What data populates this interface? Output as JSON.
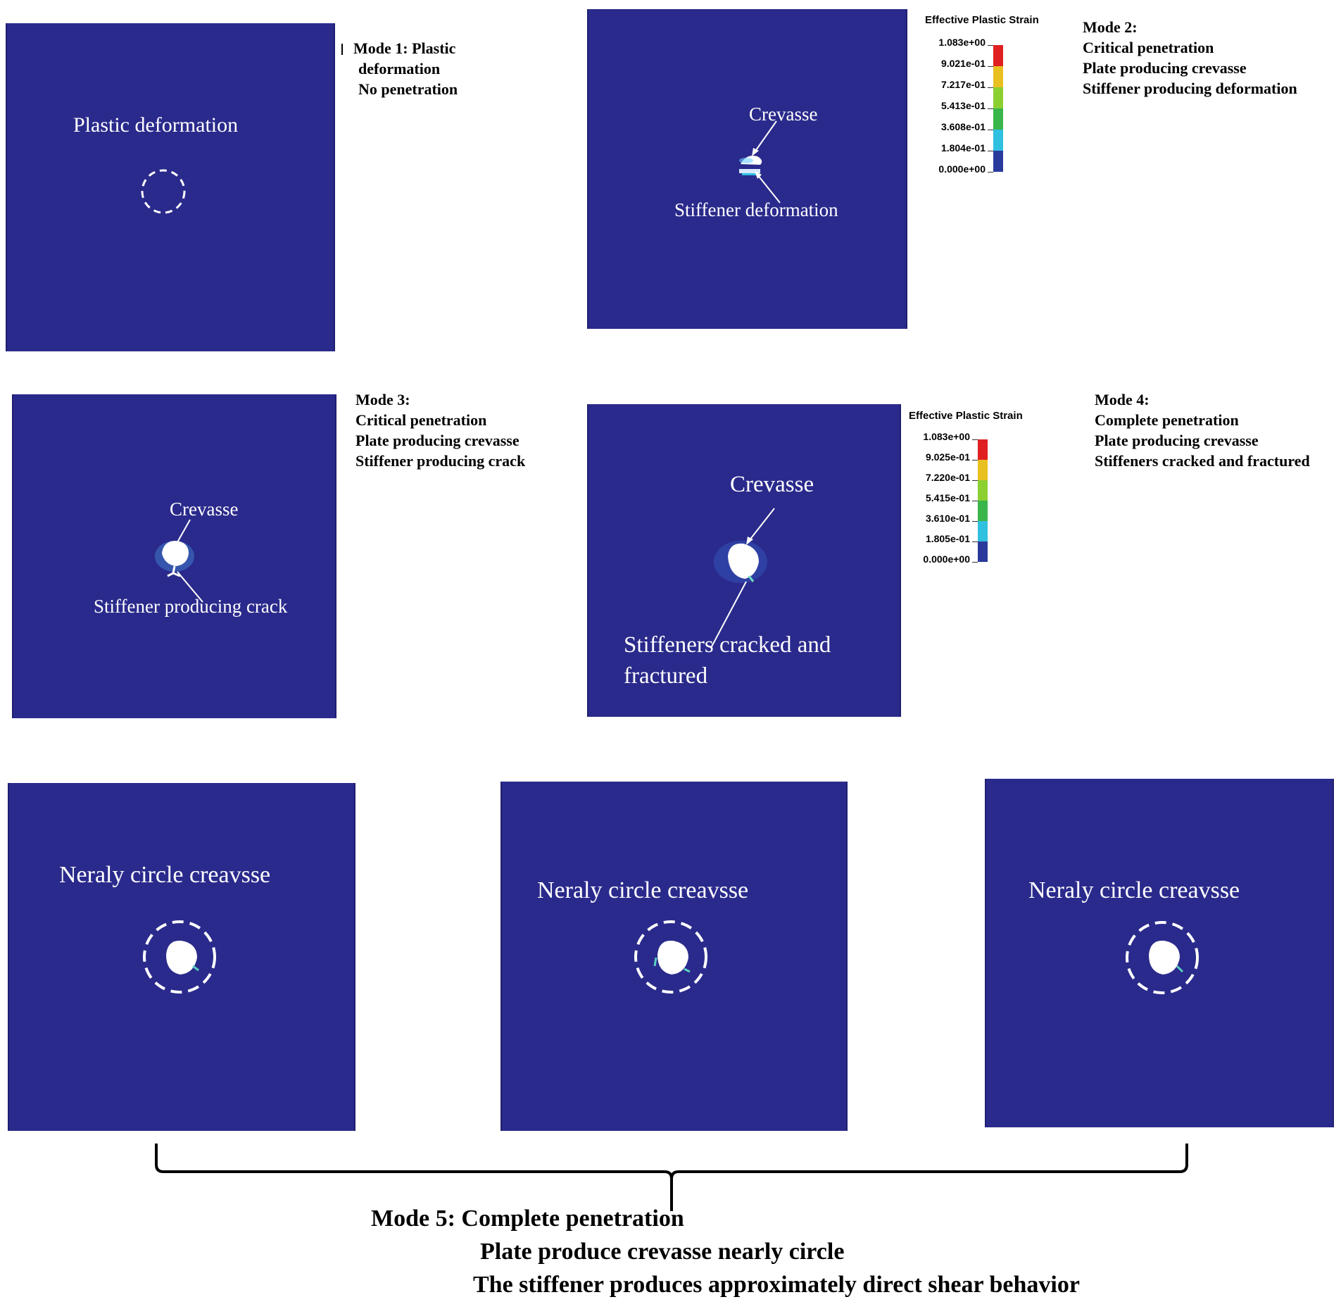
{
  "colors": {
    "plate": "#2a2a8c",
    "text_on_plate": "#ffffff",
    "legend_scale": [
      "#e02020",
      "#e8c020",
      "#8ccf30",
      "#3ab54a",
      "#30c0e0",
      "#2a3a9c"
    ]
  },
  "panel1": {
    "label": "Plastic deformation"
  },
  "mode1": {
    "lines": [
      "Mode 1: Plastic",
      "deformation",
      "No penetration"
    ]
  },
  "panel2": {
    "crevasse": "Crevasse",
    "stiffener": "Stiffener deformation"
  },
  "legend1": {
    "title": "Effective Plastic Strain",
    "ticks": [
      "1.083e+00",
      "9.021e-01",
      "7.217e-01",
      "5.413e-01",
      "3.608e-01",
      "1.804e-01",
      "0.000e+00"
    ]
  },
  "mode2": {
    "lines": [
      "Mode 2:",
      "Critical penetration",
      "Plate producing crevasse",
      "Stiffener producing deformation"
    ]
  },
  "panel3": {
    "crevasse": "Crevasse",
    "stiffener": "Stiffener producing crack"
  },
  "mode3": {
    "lines": [
      "Mode 3:",
      "Critical penetration",
      "Plate producing crevasse",
      "Stiffener producing crack"
    ]
  },
  "panel4": {
    "crevasse": "Crevasse",
    "stiffener_line1": "Stiffeners cracked and",
    "stiffener_line2": "fractured"
  },
  "legend2": {
    "title": "Effective Plastic Strain",
    "ticks": [
      "1.083e+00",
      "9.025e-01",
      "7.220e-01",
      "5.415e-01",
      "3.610e-01",
      "1.805e-01",
      "0.000e+00"
    ]
  },
  "mode4": {
    "lines": [
      "Mode 4:",
      "Complete penetration",
      "Plate producing crevasse",
      "Stiffeners cracked and fractured"
    ]
  },
  "panel5": {
    "label": "Neraly circle creavsse"
  },
  "panel6": {
    "label": "Neraly circle creavsse"
  },
  "panel7": {
    "label": "Neraly circle creavsse"
  },
  "mode5": {
    "line1": "Mode 5: Complete penetration",
    "line2": "Plate produce crevasse nearly circle",
    "line3": "The stiffener produces approximately direct shear behavior"
  }
}
